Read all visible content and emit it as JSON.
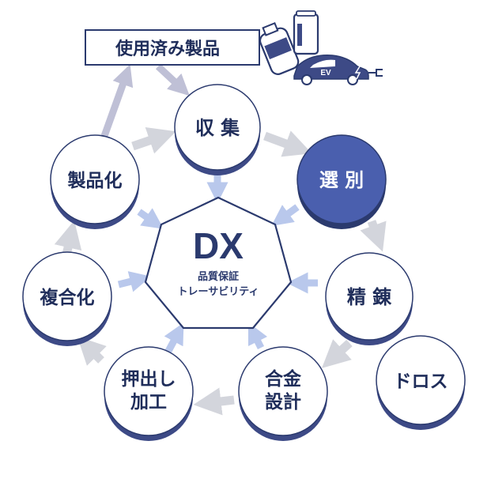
{
  "title_box": {
    "label": "使用済み製品"
  },
  "center": {
    "title": "DX",
    "subtitle_line1": "品質保証",
    "subtitle_line2": "トレーサビリティ"
  },
  "nodes": {
    "collection": {
      "label": "収 集"
    },
    "sorting": {
      "label": "選 別"
    },
    "refining": {
      "label": "精 錬"
    },
    "alloy_design": {
      "line1": "合金",
      "line2": "設計"
    },
    "extrusion": {
      "line1": "押出し",
      "line2": "加工"
    },
    "compositing": {
      "label": "複合化"
    },
    "productization": {
      "label": "製品化"
    },
    "dross": {
      "label": "ドロス"
    }
  },
  "car_badge": "EV",
  "colors": {
    "navy": "#2b3a6e",
    "highlight": "#4a5fae",
    "node_fill": "#ffffff",
    "node_shadow": "#3d4a86",
    "arrow_gray": "#d3d5dc",
    "arrow_blue": "#b9c8ec",
    "arrow_lavender": "#bfc0d6",
    "text_dark": "#1f2d5a"
  }
}
